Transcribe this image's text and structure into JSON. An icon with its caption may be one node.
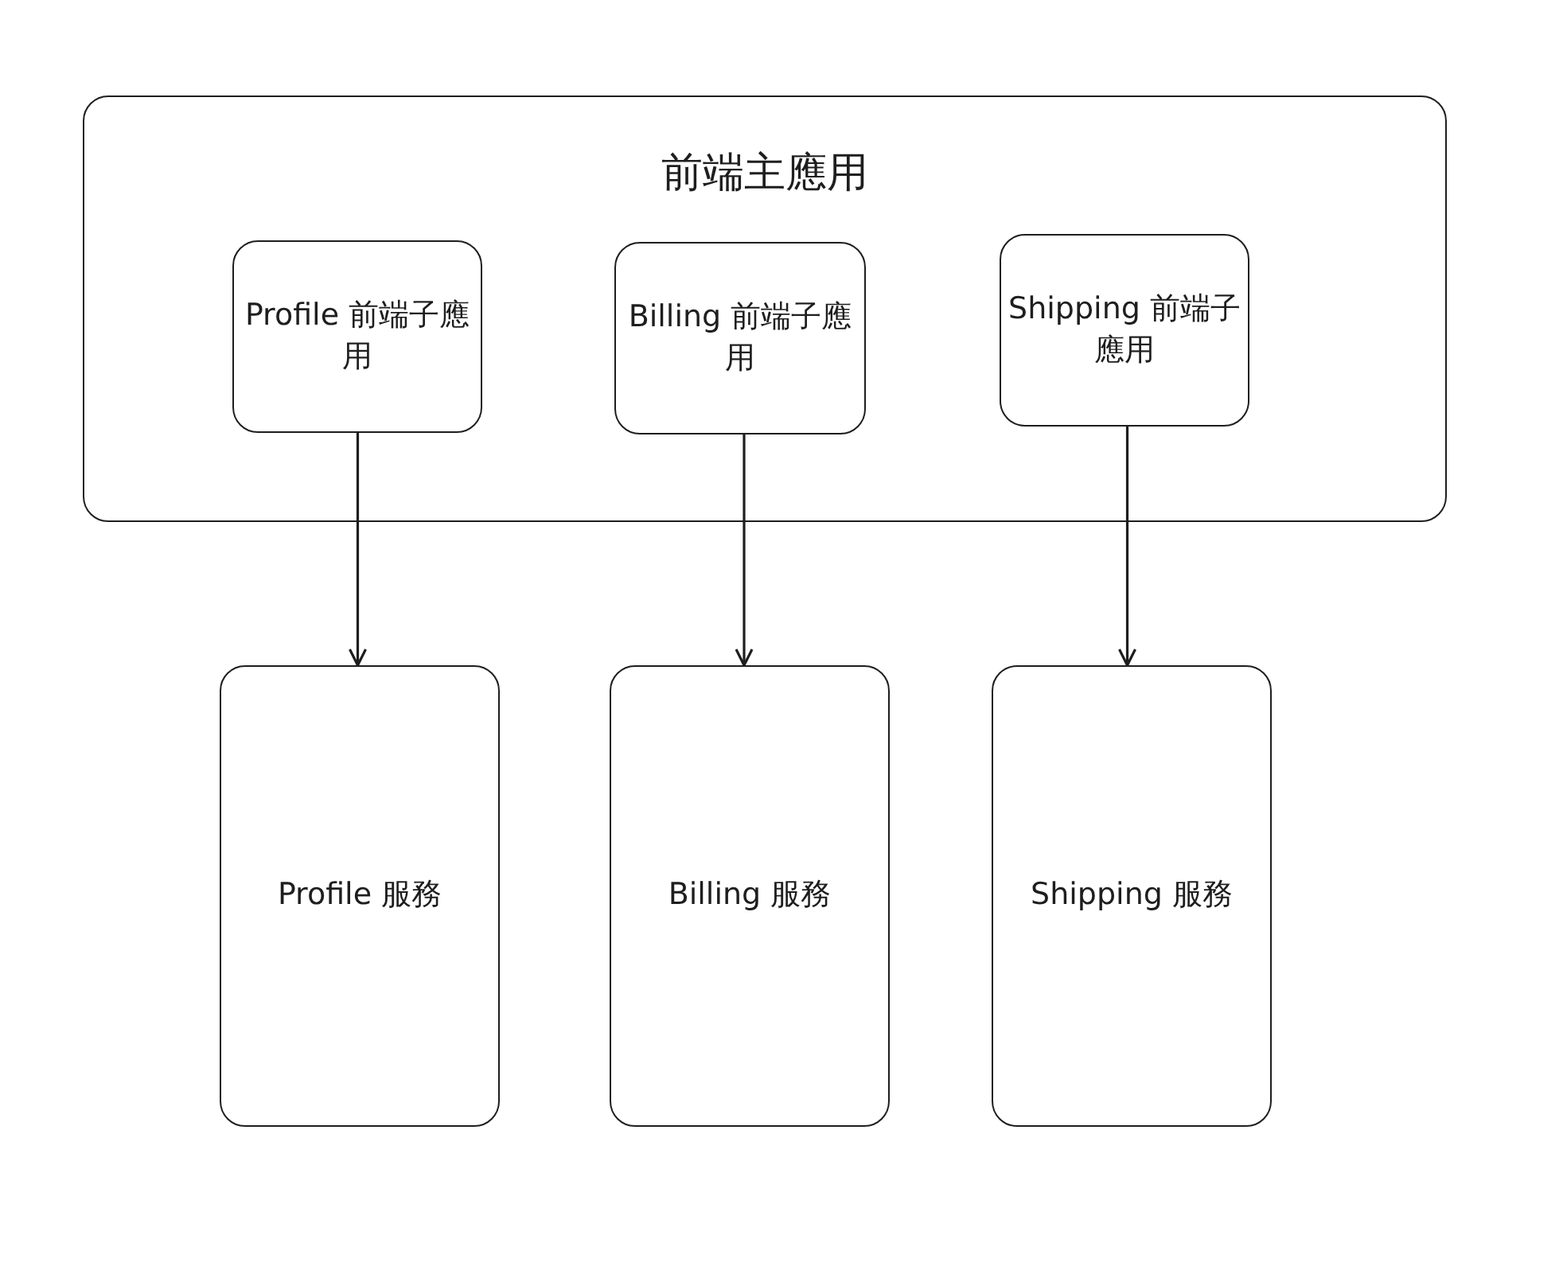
{
  "diagram": {
    "nodes": [
      {
        "text": [
          "前端主應用"
        ]
      },
      {
        "text": [
          "Profile 前端子應用"
        ],
        "in": 0
      },
      {
        "text": [
          "Billing 前端子應用"
        ],
        "in": 0
      },
      {
        "text": [
          "Shipping 前端子應用"
        ],
        "in": 0
      },
      {
        "text": [
          "Profile 服務"
        ]
      },
      {
        "text": [
          "Billing 服務"
        ]
      },
      {
        "text": [
          "Shipping 服務"
        ]
      }
    ],
    "edges": [
      {
        "from": 1,
        "to": 4,
        "arrow": "to"
      },
      {
        "from": 2,
        "to": 5,
        "arrow": "to"
      },
      {
        "from": 3,
        "to": 6,
        "arrow": "to"
      }
    ]
  }
}
